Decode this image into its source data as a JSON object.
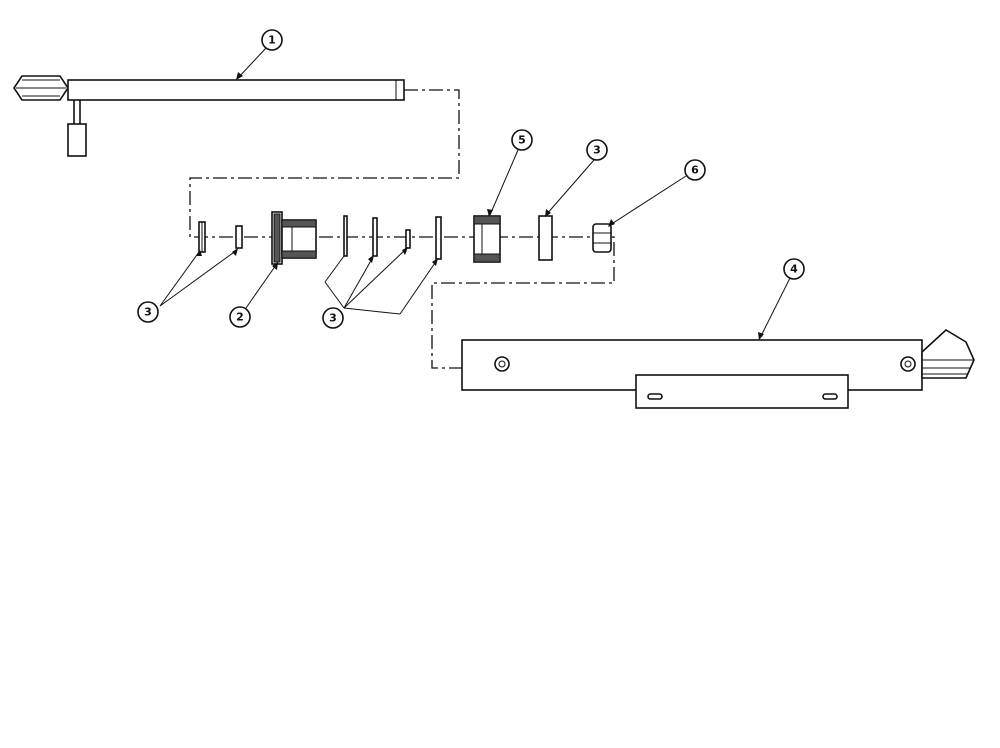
{
  "callouts": {
    "c1": "1",
    "c2": "2",
    "c3_left": "3",
    "c3_middle": "3",
    "c3_top": "3",
    "c4": "4",
    "c5": "5",
    "c6": "6"
  }
}
